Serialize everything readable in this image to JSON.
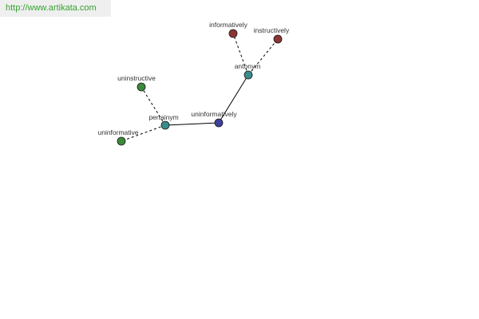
{
  "banner": {
    "url": "http://www.artikata.com"
  },
  "colors": {
    "banner_bg": "#efefef",
    "url_text": "#36a232",
    "center_node": "#3f3f9b",
    "relation_node": "#3b8c8c",
    "green_node": "#3a8a3a",
    "red_node": "#8b3535",
    "edge": "#000000"
  },
  "graph": {
    "nodes": [
      {
        "id": "uninformatively",
        "label": "uninformatively",
        "kind": "center",
        "icon": "circle-node-blue"
      },
      {
        "id": "antonym",
        "label": "antonym",
        "kind": "relation",
        "icon": "circle-node-teal"
      },
      {
        "id": "pertainym",
        "label": "pertainym",
        "kind": "relation",
        "icon": "circle-node-teal"
      },
      {
        "id": "informatively",
        "label": "informatively",
        "kind": "word",
        "icon": "circle-node-red"
      },
      {
        "id": "instructively",
        "label": "instructively",
        "kind": "word",
        "icon": "circle-node-red"
      },
      {
        "id": "uninstructive",
        "label": "uninstructive",
        "kind": "word",
        "icon": "circle-node-green"
      },
      {
        "id": "uninformative",
        "label": "uninformative",
        "kind": "word",
        "icon": "circle-node-green"
      }
    ],
    "edges": [
      {
        "from": "uninformatively",
        "to": "antonym",
        "style": "solid"
      },
      {
        "from": "uninformatively",
        "to": "pertainym",
        "style": "solid"
      },
      {
        "from": "antonym",
        "to": "informatively",
        "style": "dashed"
      },
      {
        "from": "antonym",
        "to": "instructively",
        "style": "dashed"
      },
      {
        "from": "pertainym",
        "to": "uninstructive",
        "style": "dashed"
      },
      {
        "from": "pertainym",
        "to": "uninformative",
        "style": "dashed"
      }
    ]
  }
}
